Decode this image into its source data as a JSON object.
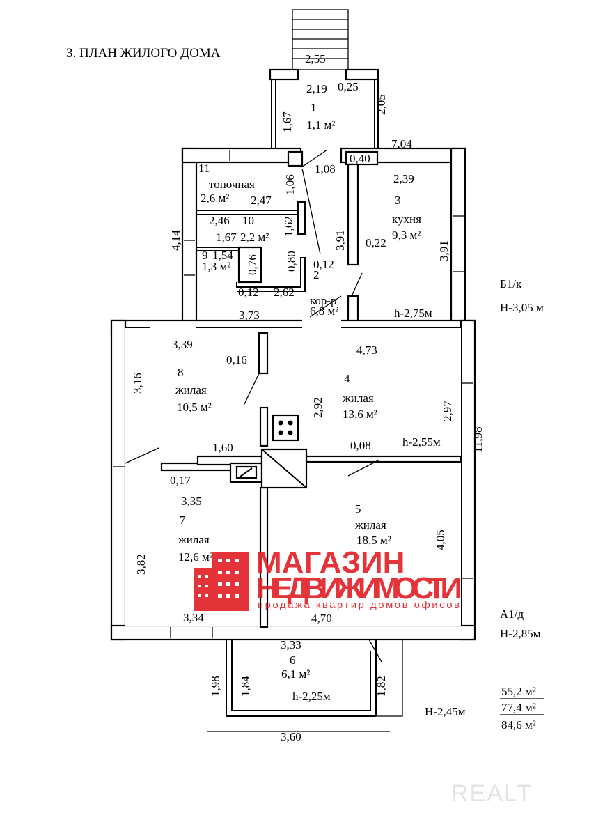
{
  "title": "3. ПЛАН ЖИЛОГО ДОМА",
  "labels": [
    "2,55",
    "2,19",
    "0,25",
    "1",
    "1,1 м²",
    "1,67",
    "2,05",
    "7,04",
    "0,40",
    "2,39",
    "3",
    "кухня",
    "9,3 м²",
    "3,91",
    "0,22",
    "3,91",
    "h-2,75м",
    "1,08",
    "11",
    "топочная",
    "2,6 м²",
    "2,47",
    "1,06",
    "2,46",
    "10",
    "1,67",
    "2,2 м²",
    "1,62",
    "9",
    "1,54",
    "1,3 м²",
    "0,76",
    "0,80",
    "0,12",
    "2",
    "0,12",
    "2,62",
    "кор-р",
    "6,8 м²",
    "3,73",
    "4,14",
    "Б1/к",
    "Н-3,05 м",
    "3,39",
    "0,16",
    "8",
    "жилая",
    "10,5 м²",
    "3,16",
    "4",
    "жилая",
    "13,6 м²",
    "2,92",
    "2,97",
    "4,73",
    "11,98",
    "h-2,55м",
    "0,08",
    "1,60",
    "0,17",
    "3,35",
    "7",
    "жилая",
    "12,6 м²",
    "3,82",
    "3,34",
    "5",
    "жилая",
    "18,5 м²",
    "4,05",
    "4,70",
    "А1/д",
    "Н-2,85м",
    "3,33",
    "6",
    "6,1 м²",
    "1,98",
    "1,84",
    "1,82",
    "h-2,25м",
    "3,60",
    "Н-2,45м"
  ],
  "totals": [
    "55,2 м²",
    "77,4 м²",
    "84,6 м²"
  ],
  "logo": {
    "line1": "МАГАЗИН",
    "line2": "НЕДВИЖИМОСТИ",
    "tagline": "продажа квартир домов офисов",
    "color": "#e3222a"
  },
  "watermark": "REALT"
}
